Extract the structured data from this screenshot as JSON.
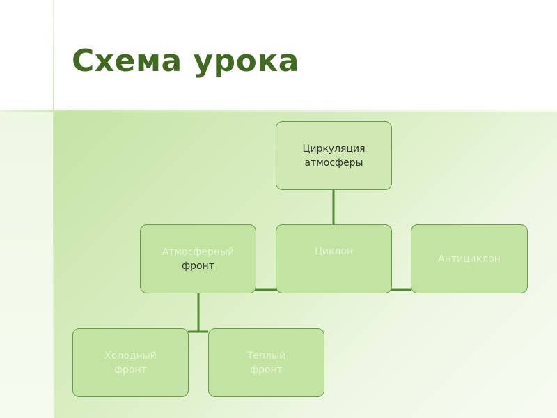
{
  "slide": {
    "title": "Схема урока"
  },
  "diagram": {
    "root": {
      "line1": "Циркуляция",
      "line2": "атмосферы"
    },
    "front": {
      "line1": "Атмосферный",
      "line2": "фронт"
    },
    "cyclone": {
      "label": "Циклон"
    },
    "anticyclone": {
      "label": "Антициклон"
    },
    "cold_front": {
      "line1": "Холодный",
      "line2": "фронт"
    },
    "warm_front": {
      "line1": "Теплый",
      "line2": "фронт"
    }
  },
  "colors": {
    "title": "#3f6a1f",
    "node_fill": "#c3e3a2",
    "node_border": "#6a9c48",
    "connector": "#4f8a2e",
    "ghost_text": "#e4f4d2"
  }
}
